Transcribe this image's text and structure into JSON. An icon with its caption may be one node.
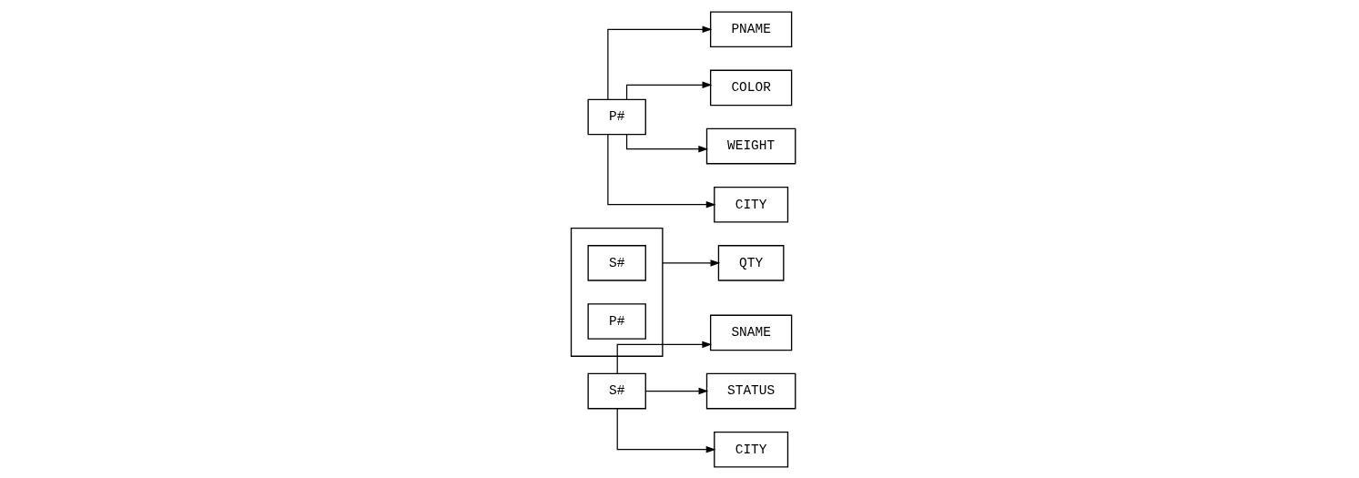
{
  "diagram": {
    "nodes": [
      {
        "text": [
          "S#"
        ]
      },
      {
        "text": [
          "SNAME"
        ]
      },
      {
        "text": [
          "STATUS"
        ]
      },
      {
        "text": [
          "CITY"
        ]
      },
      {
        "text": [],
        "shape": "box"
      },
      {
        "text": [
          "S#"
        ],
        "in": 4
      },
      {
        "text": [
          "P#"
        ],
        "in": 4
      },
      {
        "text": [
          "QTY"
        ]
      },
      {
        "text": [
          "P#"
        ]
      },
      {
        "text": [
          "PNAME"
        ]
      },
      {
        "text": [
          "COLOR"
        ]
      },
      {
        "text": [
          "WEIGHT"
        ]
      },
      {
        "text": [
          "CITY"
        ]
      }
    ],
    "edges": [
      {
        "from": 0,
        "to": 1,
        "arrow": "to"
      },
      {
        "from": 0,
        "to": 2,
        "arrow": "to"
      },
      {
        "from": 0,
        "to": 3,
        "arrow": "to"
      },
      {
        "from": 4,
        "to": 7,
        "arrow": "to"
      },
      {
        "from": 8,
        "to": 9,
        "arrow": "to"
      },
      {
        "from": 8,
        "to": 10,
        "arrow": "to"
      },
      {
        "from": 8,
        "to": 11,
        "arrow": "to"
      },
      {
        "from": 8,
        "to": 12,
        "arrow": "to"
      }
    ]
  }
}
